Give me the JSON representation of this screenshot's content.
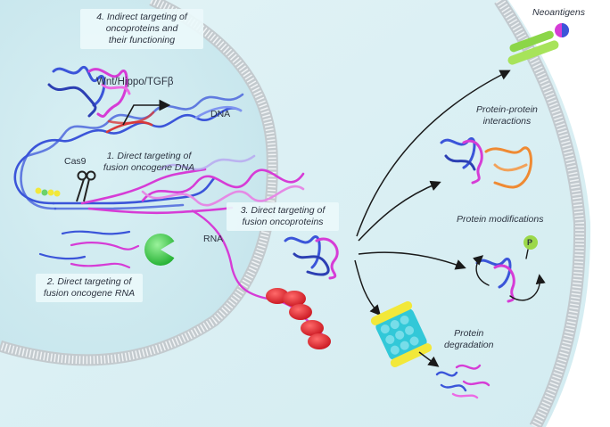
{
  "colors": {
    "background": "#ffffff",
    "cytoplasm": "#d6edf2",
    "nucleus": "#cfe9ef",
    "membrane": "#c7cdd1",
    "dna_blue": "#3b55d9",
    "dna_red": "#d83a3a",
    "fusion_magenta": "#d63cd6",
    "label_box": "#ebf8fb",
    "text": "#2c3340",
    "ribosome": "#e52a35",
    "proteasome_yellow": "#f2e83a",
    "proteasome_cyan": "#32c8d8",
    "partner_protein": "#ef8a33",
    "phospho": "#9bd84a",
    "rna_binder": "#3fcf4f"
  },
  "labels": {
    "indirect_line1": "4. Indirect targeting of",
    "indirect_line2": "oncoproteins and",
    "indirect_line3": "their functioning",
    "pathway": "Wnt/Hippo/TGFβ",
    "dna": "DNA",
    "cas9": "Cas9",
    "direct_dna_line1": "1. Direct targeting of",
    "direct_dna_line2": "fusion oncogene DNA",
    "rna": "RNA",
    "direct_rna_line1": "2. Direct targeting of",
    "direct_rna_line2": "fusion oncogene RNA",
    "direct_protein_line1": "3. Direct targeting of",
    "direct_protein_line2": "fusion oncoproteins",
    "neoantigens": "Neoantigens",
    "ppi_line1": "Protein-protein",
    "ppi_line2": "interactions",
    "modifications": "Protein modifications",
    "phospho": "P",
    "degradation_line1": "Protein",
    "degradation_line2": "degradation"
  },
  "icons": [
    "nucleus-shape",
    "cell-membrane",
    "dna-double-helix",
    "cas9-scissors-icon",
    "rna-strands",
    "rna-binding-molecule",
    "ribosome-cluster",
    "fusion-oncoprotein-ribbon",
    "proteasome-barrel",
    "degraded-protein-fragments",
    "mhc-receptor-neoantigen",
    "phosphate-badge"
  ]
}
